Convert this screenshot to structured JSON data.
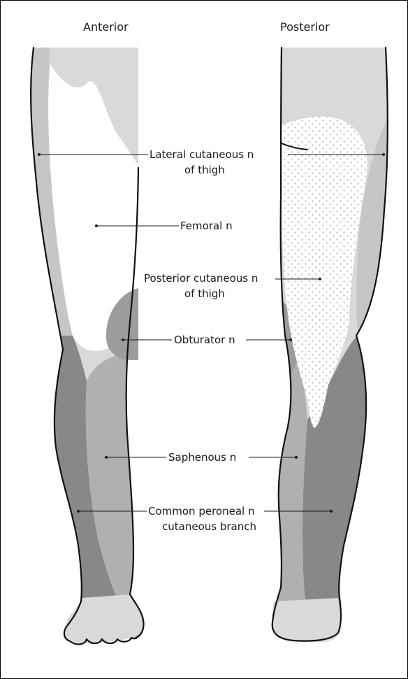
{
  "views": {
    "anterior": "Anterior",
    "posterior": "Posterior"
  },
  "labels": {
    "lateral_cutaneous": [
      "Lateral cutaneous n",
      "of thigh"
    ],
    "femoral": [
      "Femoral n"
    ],
    "posterior_cutaneous": [
      "Posterior cutaneous n",
      "of thigh"
    ],
    "obturator": [
      "Obturator n"
    ],
    "saphenous": [
      "Saphenous n"
    ],
    "common_peroneal": [
      "Common peroneal n",
      "cutaneous branch"
    ]
  },
  "colors": {
    "light": "#d9d9d9",
    "lateral": "#c6c6c6",
    "medium": "#b0b0b0",
    "obturator": "#9c9c9c",
    "dark": "#888888",
    "stipple": "#b8b8b8",
    "outline": "#111111"
  }
}
